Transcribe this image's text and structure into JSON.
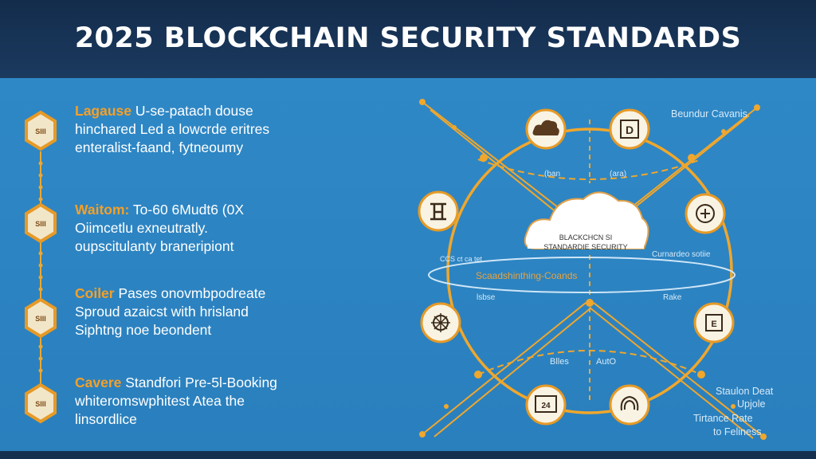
{
  "title": "2025 BLOCKCHAIN SECURITY STANDARDS",
  "left_list": [
    {
      "key": "Lagause",
      "line1_rest": " U-se-patach douse",
      "line2": "hinchared Led a lowcrde eritres",
      "line3": "enteralist-faand, fytneoumy"
    },
    {
      "key": "Waitom:",
      "line1_rest": " To-60 6Mudt6 (0X",
      "line2": "Oiimcetlu exneutratly.",
      "line3": "oupscitulanty braneripiont"
    },
    {
      "key": "Coiler",
      "line1_rest": " Pases onovmbpodreate",
      "line2": "Sproud azaicst with hrisland",
      "line3": "Siphtng noe beondent"
    },
    {
      "key": "Cavere",
      "line1_rest": " Standfori Pre-5l-Booking",
      "line2": "whiteromswphitest Atea the",
      "line3": "linsordlice"
    }
  ],
  "badges": [
    {
      "text": "SIII",
      "icon": "hexagon-badge-icon"
    },
    {
      "text": "SIII",
      "icon": "hexagon-badge-icon"
    },
    {
      "text": "SIII",
      "icon": "hexagon-badge-icon"
    },
    {
      "text": "SIII",
      "icon": "hexagon-badge-icon"
    }
  ],
  "diagram": {
    "cloud_line1": "BLACKCHCN SI",
    "cloud_line2": "STANDARDIE SECURITY",
    "ring_center_label": "Scaadshinthing-Coands",
    "ring_left_label": "CCS ct ca tet",
    "ring_right_label": "Curnardeo sotiie",
    "label_ran": "(ban",
    "label_ara": "(ara)",
    "label_lsbse": "lsbse",
    "label_rake": "Rake",
    "label_bles": "Blles",
    "label_aro": "AutO",
    "top_right_label": "Beundur Cavanis",
    "bottom_right_lines": [
      "Staulon Deat",
      "Upjole",
      "Tirtance Rate",
      "to Feliness"
    ],
    "node_icons": [
      "cloud-node-icon",
      "document-node-icon",
      "network-node-icon",
      "stamp-node-icon",
      "shield-node-icon",
      "file-node-icon",
      "calendar-node-icon",
      "fingerprint-node-icon"
    ],
    "node_labels": {
      "calendar": "24",
      "file": "E"
    },
    "accent_color": "#f0a72c"
  },
  "colors": {
    "background": "#2d86c4",
    "header": "#1b3a5f",
    "accent": "#f4a028",
    "text": "#ffffff"
  }
}
